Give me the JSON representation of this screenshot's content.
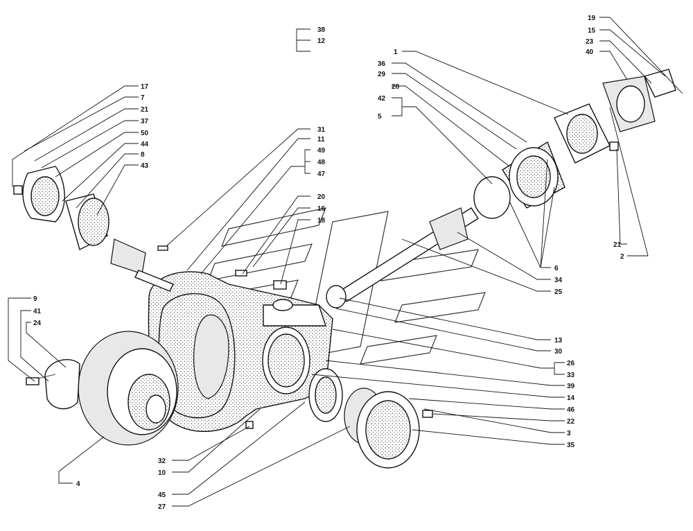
{
  "diagram": {
    "labels": [
      {
        "id": "l19",
        "text": "19"
      },
      {
        "id": "l15",
        "text": "15"
      },
      {
        "id": "l23",
        "text": "23"
      },
      {
        "id": "l40",
        "text": "40"
      },
      {
        "id": "l38",
        "text": "38"
      },
      {
        "id": "l12",
        "text": "12"
      },
      {
        "id": "l1",
        "text": "1"
      },
      {
        "id": "l36",
        "text": "36"
      },
      {
        "id": "l29",
        "text": "29"
      },
      {
        "id": "l28",
        "text": "28"
      },
      {
        "id": "l42",
        "text": "42"
      },
      {
        "id": "l5",
        "text": "5"
      },
      {
        "id": "l17",
        "text": "17"
      },
      {
        "id": "l7",
        "text": "7"
      },
      {
        "id": "l21a",
        "text": "21"
      },
      {
        "id": "l37",
        "text": "37"
      },
      {
        "id": "l50",
        "text": "50"
      },
      {
        "id": "l44",
        "text": "44"
      },
      {
        "id": "l8",
        "text": "8"
      },
      {
        "id": "l43",
        "text": "43"
      },
      {
        "id": "l31",
        "text": "31"
      },
      {
        "id": "l11",
        "text": "11"
      },
      {
        "id": "l49",
        "text": "49"
      },
      {
        "id": "l48",
        "text": "48"
      },
      {
        "id": "l47",
        "text": "47"
      },
      {
        "id": "l20",
        "text": "20"
      },
      {
        "id": "l16",
        "text": "16"
      },
      {
        "id": "l18",
        "text": "18"
      },
      {
        "id": "l21b",
        "text": "21"
      },
      {
        "id": "l2",
        "text": "2"
      },
      {
        "id": "l6",
        "text": "6"
      },
      {
        "id": "l34",
        "text": "34"
      },
      {
        "id": "l25",
        "text": "25"
      },
      {
        "id": "l9",
        "text": "9"
      },
      {
        "id": "l41",
        "text": "41"
      },
      {
        "id": "l24",
        "text": "24"
      },
      {
        "id": "l13",
        "text": "13"
      },
      {
        "id": "l30",
        "text": "30"
      },
      {
        "id": "l26",
        "text": "26"
      },
      {
        "id": "l33",
        "text": "33"
      },
      {
        "id": "l39",
        "text": "39"
      },
      {
        "id": "l14",
        "text": "14"
      },
      {
        "id": "l46",
        "text": "46"
      },
      {
        "id": "l22",
        "text": "22"
      },
      {
        "id": "l3",
        "text": "3"
      },
      {
        "id": "l35",
        "text": "35"
      },
      {
        "id": "l4",
        "text": "4"
      },
      {
        "id": "l32",
        "text": "32"
      },
      {
        "id": "l10",
        "text": "10"
      },
      {
        "id": "l45",
        "text": "45"
      },
      {
        "id": "l27",
        "text": "27"
      }
    ]
  }
}
